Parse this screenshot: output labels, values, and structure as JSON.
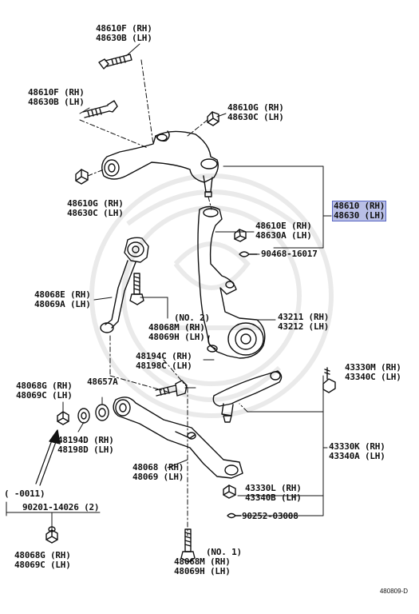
{
  "labels": {
    "a1": [
      "48610F (RH)",
      "48630B (LH)"
    ],
    "a2": [
      "48610F (RH)",
      "48630B (LH)"
    ],
    "a3": [
      "48610G (RH)",
      "48630C (LH)"
    ],
    "a4": [
      "48610G (RH)",
      "48630C (LH)"
    ],
    "a5": [
      "48610 (RH)",
      "48630 (LH)"
    ],
    "a6": [
      "48610E (RH)",
      "48630A (LH)"
    ],
    "a7": [
      "90468-16017"
    ],
    "a8": [
      "48068E (RH)",
      "48069A (LH)"
    ],
    "a9": [
      "(NO. 2)",
      "48068M (RH)",
      "48069H (LH)"
    ],
    "a10": [
      "43211 (RH)",
      "43212 (LH)"
    ],
    "a11": [
      "48194C (RH)",
      "48198C (LH)"
    ],
    "a12": [
      "43330M (RH)",
      "43340C (LH)"
    ],
    "a13": [
      "48068G (RH)",
      "48069C (LH)"
    ],
    "a14": [
      "48657A"
    ],
    "a15": [
      "48194D (RH)",
      "48198D (LH)"
    ],
    "a16": [
      "43330K (RH)",
      "43340A (LH)"
    ],
    "a17": [
      "48068 (RH)",
      "48069 (LH)"
    ],
    "a18": [
      "(      -0011)"
    ],
    "a19": [
      "90201-14026 (2)"
    ],
    "a20": [
      "43330L (RH)",
      "43340B (LH)"
    ],
    "a21": [
      "90252-03008"
    ],
    "a22": [
      "48068G (RH)",
      "48069C (LH)"
    ],
    "a23": [
      "(NO. 1)",
      "48068M (RH)",
      "48069H (LH)"
    ]
  },
  "footer_code": "480809-D",
  "colors": {
    "ink": "#111111",
    "highlight": "#b9bfe6",
    "highlight_border": "#5966c2"
  }
}
